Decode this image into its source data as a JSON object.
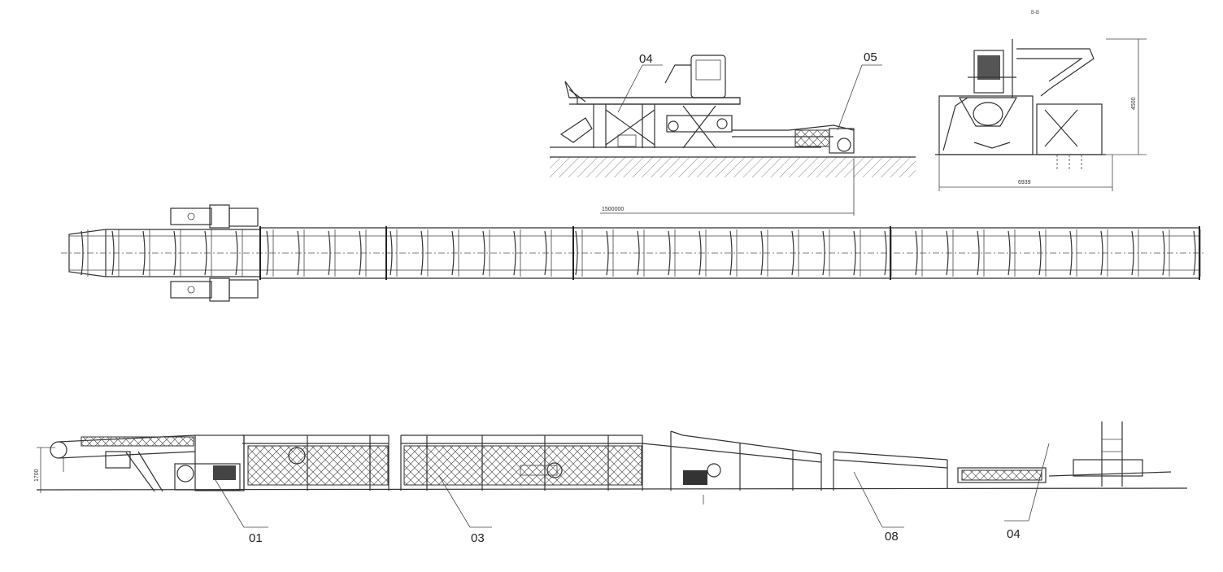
{
  "labels": {
    "side_view_04": "04",
    "side_view_05": "05",
    "end_view_title": "B-B",
    "end_view_height": "4500",
    "end_view_width": "6939",
    "conveyor_length": "1500000",
    "section_height": "1700",
    "elev_01": "01",
    "elev_03": "03",
    "elev_08": "08",
    "elev_04": "04"
  }
}
